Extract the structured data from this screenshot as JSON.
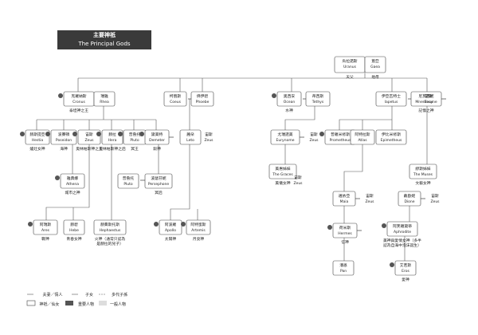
{
  "title": {
    "zh": "主要神祇",
    "en": "The Principal Gods"
  },
  "nodes": {
    "uranus": {
      "zh": "烏拉諾斯",
      "en": "Uranus",
      "sub": "天父"
    },
    "gaea": {
      "zh": "蓋亞",
      "en": "Gaea",
      "sub": "地母"
    },
    "cronus": {
      "zh": "克羅納斯",
      "en": "Cronus",
      "sub": "泰坦神之王"
    },
    "rhea": {
      "zh": "瑞雅",
      "en": "Rhea"
    },
    "coeus": {
      "zh": "柯俄斯",
      "en": "Coeus"
    },
    "phoebe": {
      "zh": "佛伊碧",
      "en": "Phoebe"
    },
    "oceanus": {
      "zh": "奧西安",
      "en": "Ocean",
      "sub": "水神"
    },
    "tethys": {
      "zh": "蒂西斯",
      "en": "Tethys"
    },
    "iapetus": {
      "zh": "伊亞匹特士",
      "en": "Iapetus"
    },
    "mnemosyne": {
      "zh": "尼莫西妮",
      "en": "Mnemosyne",
      "sub": "記憶之神"
    },
    "hestia": {
      "zh": "赫斯提亞",
      "en": "Hestia",
      "sub": "爐灶女神"
    },
    "poseidon": {
      "zh": "波賽頓",
      "en": "Poseidon",
      "sub": "海神"
    },
    "zeus": {
      "zh": "宙斯",
      "en": "Zeus",
      "sub": "奧林帕斯神之王"
    },
    "hera": {
      "zh": "赫拉",
      "en": "Hera",
      "sub": "奧林帕斯神之后"
    },
    "pluto": {
      "zh": "普魯托",
      "en": "Pluto",
      "sub": "冥王"
    },
    "demeter": {
      "zh": "黛美特",
      "en": "Demeter",
      "sub": "穀神"
    },
    "leto": {
      "zh": "麗朵",
      "en": "Leto"
    },
    "eurynome": {
      "zh": "尤瑞諾美",
      "en": "Eurynome"
    },
    "prometheus": {
      "zh": "普羅米修斯",
      "en": "Prometheus"
    },
    "atlas": {
      "zh": "阿特拉斯",
      "en": "Atlas"
    },
    "epimetheus": {
      "zh": "伊比米修斯",
      "en": "Epimetheus"
    },
    "athena": {
      "zh": "雅典娜",
      "en": "Athena",
      "sub": "城市之神"
    },
    "persephone": {
      "zh": "波瑟芬妮",
      "en": "Persephone",
      "sub": "冥后"
    },
    "graces": {
      "zh": "美惠姊妹",
      "en": "The Graces",
      "sub": "美儀女神"
    },
    "muses": {
      "zh": "繆斯姊妹",
      "en": "The Muses",
      "sub": "文藝女神"
    },
    "maia": {
      "zh": "邁依亞",
      "en": "Maia"
    },
    "dione": {
      "zh": "戴歐妮",
      "en": "Dione"
    },
    "ares": {
      "zh": "阿瑞斯",
      "en": "Ares",
      "sub": "戰神"
    },
    "hebe": {
      "zh": "赫碧",
      "en": "Hebe",
      "sub": "青春女神"
    },
    "hephaestus": {
      "zh": "赫費斯托斯",
      "en": "Hephaestus",
      "sub": "火神（通常只認為是赫拉的兒子）"
    },
    "apollo": {
      "zh": "阿波羅",
      "en": "Apollo",
      "sub": "太陽神"
    },
    "artemis": {
      "zh": "阿特蜜斯",
      "en": "Artemis",
      "sub": "月亮神"
    },
    "hermes": {
      "zh": "荷米斯",
      "en": "Hermes",
      "sub": "信神"
    },
    "aphrodite": {
      "zh": "阿芙羅黛蒂",
      "en": "Aphrodite",
      "sub": "美神與愛情女神（多半認為自海中泡沫誕生）"
    },
    "pan": {
      "zh": "潘恩",
      "en": "Pan"
    },
    "eros": {
      "zh": "艾若斯",
      "en": "Eros",
      "sub": "愛神"
    },
    "pluto2": {
      "zh": "普魯托",
      "en": "Pluto"
    }
  },
  "zeus_tags": {
    "zh": "宙斯",
    "en": "Zeus"
  },
  "legend": {
    "spouse": "夫妻／情人",
    "child": "子女",
    "multi": "多代子孫",
    "deity": "神祇／仙女",
    "major": "重要人物",
    "mortal": "一般人物"
  },
  "colors": {
    "line": "#555555",
    "box_border": "#444444",
    "banner": "#3a3a3a",
    "major": "#555555"
  }
}
